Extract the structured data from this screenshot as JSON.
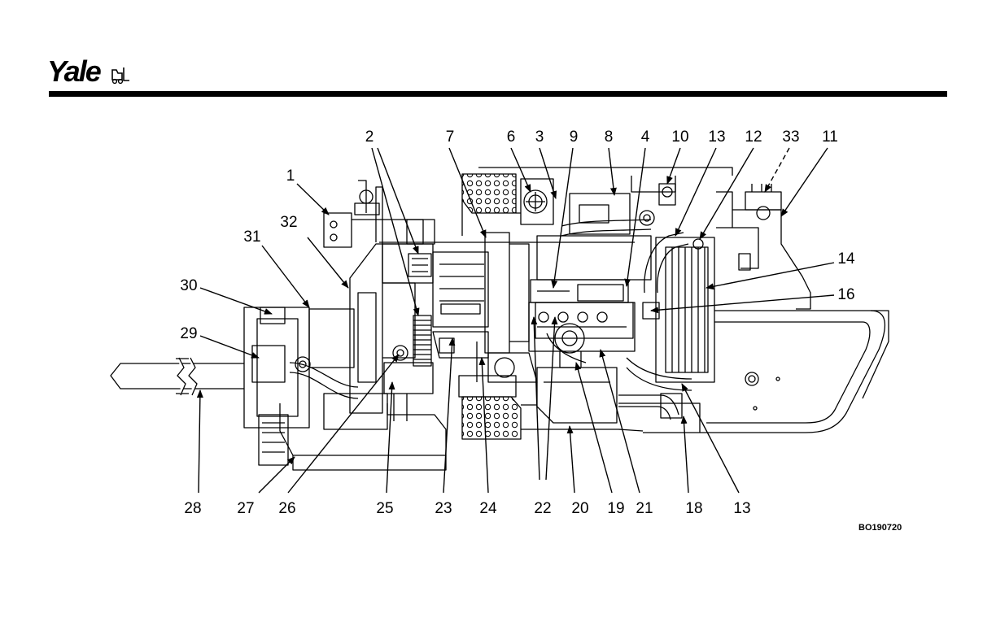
{
  "header": {
    "logo_text": "Yale",
    "logo_mark_icon": "forklift-icon",
    "brand_color": "#000000"
  },
  "figure_id": "BO190720",
  "callouts": {
    "c1": "1",
    "c2": "2",
    "c3": "3",
    "c4": "4",
    "c6": "6",
    "c7": "7",
    "c8": "8",
    "c9": "9",
    "c10": "10",
    "c11": "11",
    "c12": "12",
    "c13a": "13",
    "c13b": "13",
    "c14": "14",
    "c16": "16",
    "c18": "18",
    "c19": "19",
    "c20": "20",
    "c21": "21",
    "c22": "22",
    "c23": "23",
    "c24": "24",
    "c25": "25",
    "c26": "26",
    "c27": "27",
    "c28": "28",
    "c29": "29",
    "c30": "30",
    "c31": "31",
    "c32": "32",
    "c33": "33"
  }
}
